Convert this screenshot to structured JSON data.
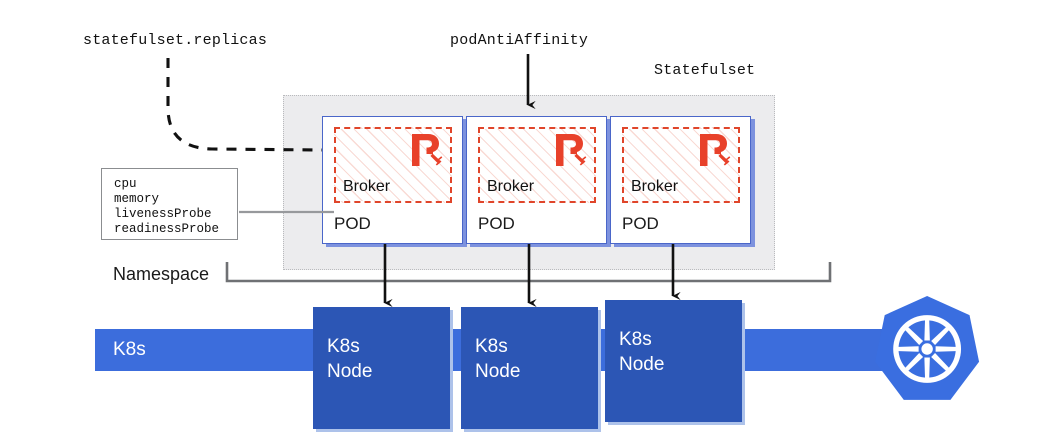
{
  "diagram": {
    "title_labels": {
      "statefulset_replicas": "statefulset.replicas",
      "pod_anti_affinity": "podAntiAffinity",
      "statefulset": "Statefulset",
      "namespace": "Namespace"
    },
    "limits_box": {
      "lines": [
        "cpu",
        "memory",
        "livenessProbe",
        "readinessProbe"
      ],
      "line1": "cpu",
      "line2": "memory",
      "line3": "livenessProbe",
      "line4": "readinessProbe"
    },
    "pods": [
      {
        "pod_label": "POD",
        "broker_label": "Broker",
        "logo": "redpanda-r-logo"
      },
      {
        "pod_label": "POD",
        "broker_label": "Broker",
        "logo": "redpanda-r-logo"
      },
      {
        "pod_label": "POD",
        "broker_label": "Broker",
        "logo": "redpanda-r-logo"
      }
    ],
    "k8s_bar": {
      "label": "K8s"
    },
    "nodes": [
      {
        "label": "K8s\nNode"
      },
      {
        "label": "K8s\nNode"
      },
      {
        "label": "K8s\nNode"
      }
    ],
    "kubernetes_logo": "kubernetes-helm-logo",
    "colors": {
      "node_blue": "#2c56b5",
      "bar_blue": "#3c6ddc",
      "pod_border_blue": "#4a66c9",
      "broker_red": "#e0452a",
      "statefulset_gray": "#ececee",
      "namespace_gray": "#6f7174",
      "kubernetes_blue": "#3a6ee0"
    }
  }
}
